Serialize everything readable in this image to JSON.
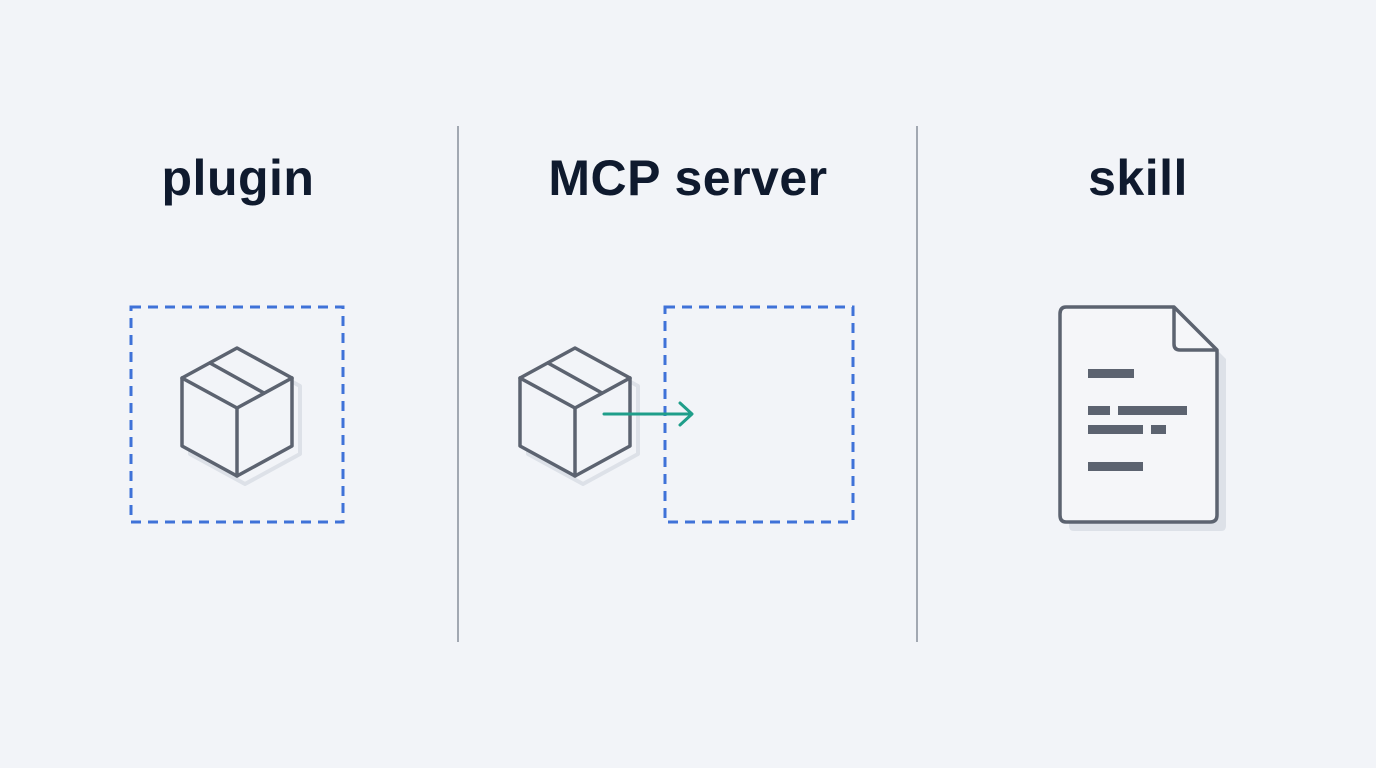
{
  "columns": [
    {
      "id": "plugin",
      "title": "plugin",
      "icon": "package-box-icon",
      "frame": "dashed-frame"
    },
    {
      "id": "mcp-server",
      "title": "MCP server",
      "icon": "package-box-icon",
      "frame": "dashed-frame",
      "connector": "arrow-right-icon"
    },
    {
      "id": "skill",
      "title": "skill",
      "icon": "document-icon"
    }
  ],
  "colors": {
    "background": "#f2f4f8",
    "title": "#0f1a2e",
    "icon_stroke": "#5c6370",
    "dashed_frame": "#3f72d8",
    "arrow": "#1f9e8a",
    "divider": "#a2a8b2",
    "shadow": "#dde1e8"
  }
}
